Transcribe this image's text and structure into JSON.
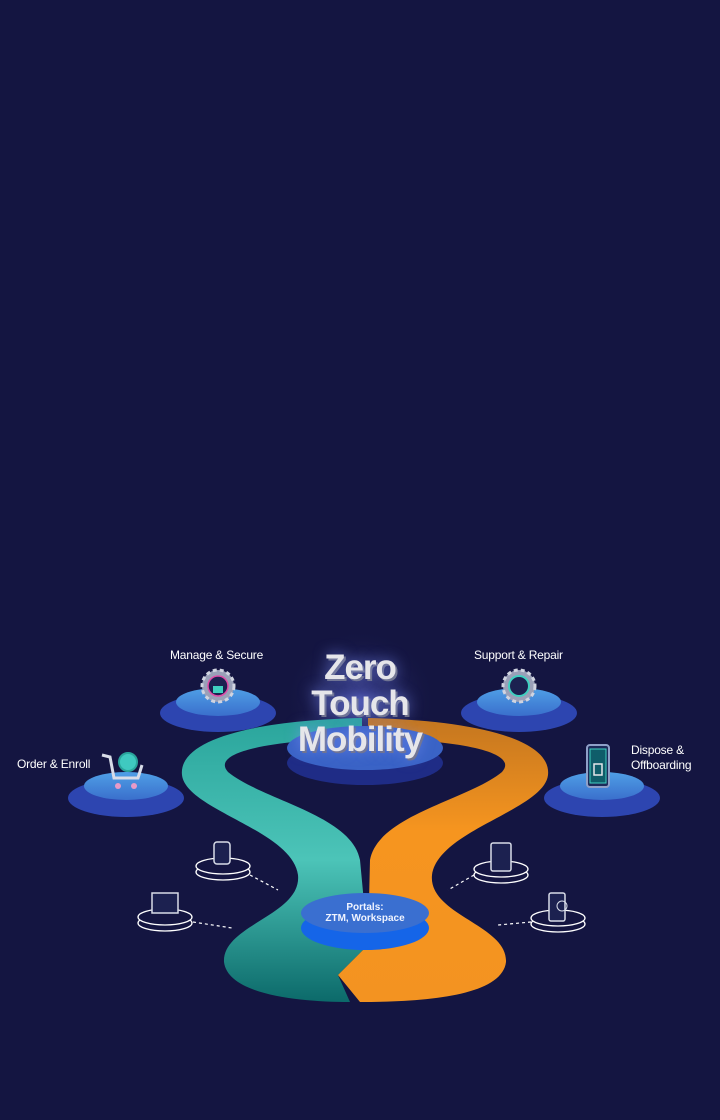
{
  "title": {
    "line1": "Zero",
    "line2": "Touch",
    "line3": "Mobility"
  },
  "stages": {
    "manage": "Manage & Secure",
    "support": "Support & Repair",
    "order": "Order & Enroll",
    "dispose_line1": "Dispose &",
    "dispose_line2": "Offboarding"
  },
  "portal": {
    "line1": "Portals:",
    "line2": "ZTM, Workspace"
  },
  "devices": [
    "smartwatch-icon",
    "laptop-icon",
    "phone-icon",
    "tablet-icon"
  ],
  "colors": {
    "background": "#141541",
    "teal": "#3fbfb3",
    "orange": "#f39321",
    "platform": "#4a8fe0"
  }
}
